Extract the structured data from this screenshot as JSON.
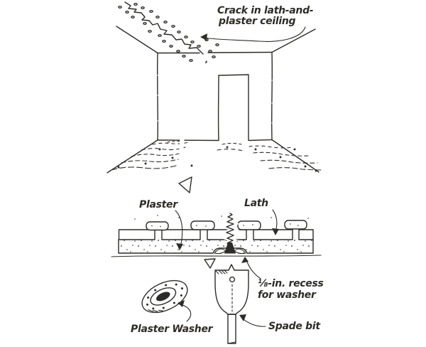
{
  "labels": {
    "crack_line1": "Crack in lath-and-",
    "crack_line2": "plaster ceiling",
    "plaster": "Plaster",
    "lath": "Lath",
    "recess_line1": "⅛-in. recess",
    "recess_line2": "for washer",
    "plaster_washer": "Plaster Washer",
    "spade_bit": "Spade bit"
  },
  "colors": {
    "ink": "#2e2c28",
    "paper": "#ffffff"
  }
}
